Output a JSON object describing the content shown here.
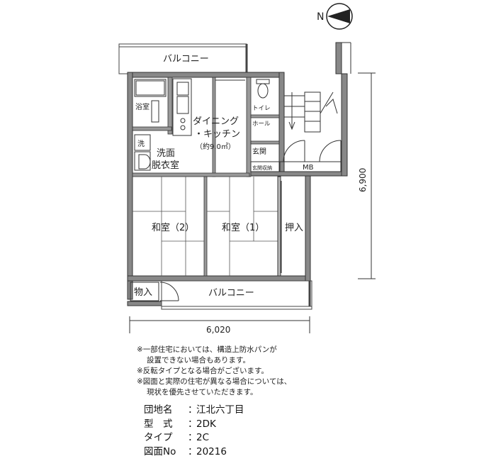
{
  "compass": {
    "label": "N"
  },
  "rooms": {
    "balcony_top": "バルコニー",
    "bath": "浴室",
    "washer": "洗",
    "washroom_line1": "洗面",
    "washroom_line2": "脱衣室",
    "dk_line1": "ダイニング",
    "dk_line2": "・キッチン",
    "dk_line3": "（約9.0㎡）",
    "toilet": "トイレ",
    "hall": "ホール",
    "entrance": "玄関",
    "entrance_storage": "玄関収納",
    "mb": "MB",
    "washitsu2": "和室（2）",
    "washitsu1": "和室（1）",
    "oshiire": "押入",
    "monoire": "物入",
    "balcony_bottom": "バルコニー"
  },
  "dimensions": {
    "width": "6,020",
    "depth": "6,900"
  },
  "notes": [
    "※一部住宅においては、構造上防水パンが",
    "設置できない場合もあります。",
    "※反転タイプとなる場合がございます。",
    "※図面と実際の住宅が異なる場合については、",
    "現状を優先させていただきます。"
  ],
  "info": [
    {
      "key": "団地名",
      "value": "江北六丁目"
    },
    {
      "key": "型　式",
      "value": "2DK"
    },
    {
      "key": "タイプ",
      "value": "2C"
    },
    {
      "key": "図面No",
      "value": "20216"
    }
  ],
  "separator": "："
}
